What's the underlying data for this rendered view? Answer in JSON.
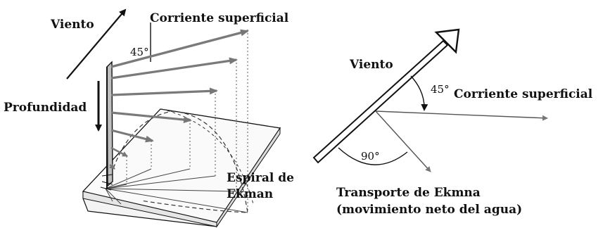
{
  "left_diagram": {
    "wind_label": "Viento",
    "surface_current_label": "Corriente superficial",
    "angle_label": "45°",
    "depth_label": "Profundidad",
    "spiral_label_line1": "Espiral de",
    "spiral_label_line2": "Ekman"
  },
  "right_diagram": {
    "wind_label": "Viento",
    "angle_45_label": "45°",
    "surface_current_label": "Corriente superficial",
    "angle_90_label": "90°",
    "transport_label_line1": "Transporte de Ekmna",
    "transport_label_line2": "(movimiento neto del agua)"
  },
  "colors": {
    "ink": "#111111",
    "arrow_gray": "#7a7a7a",
    "plane_fill": "#f4f4f4"
  }
}
